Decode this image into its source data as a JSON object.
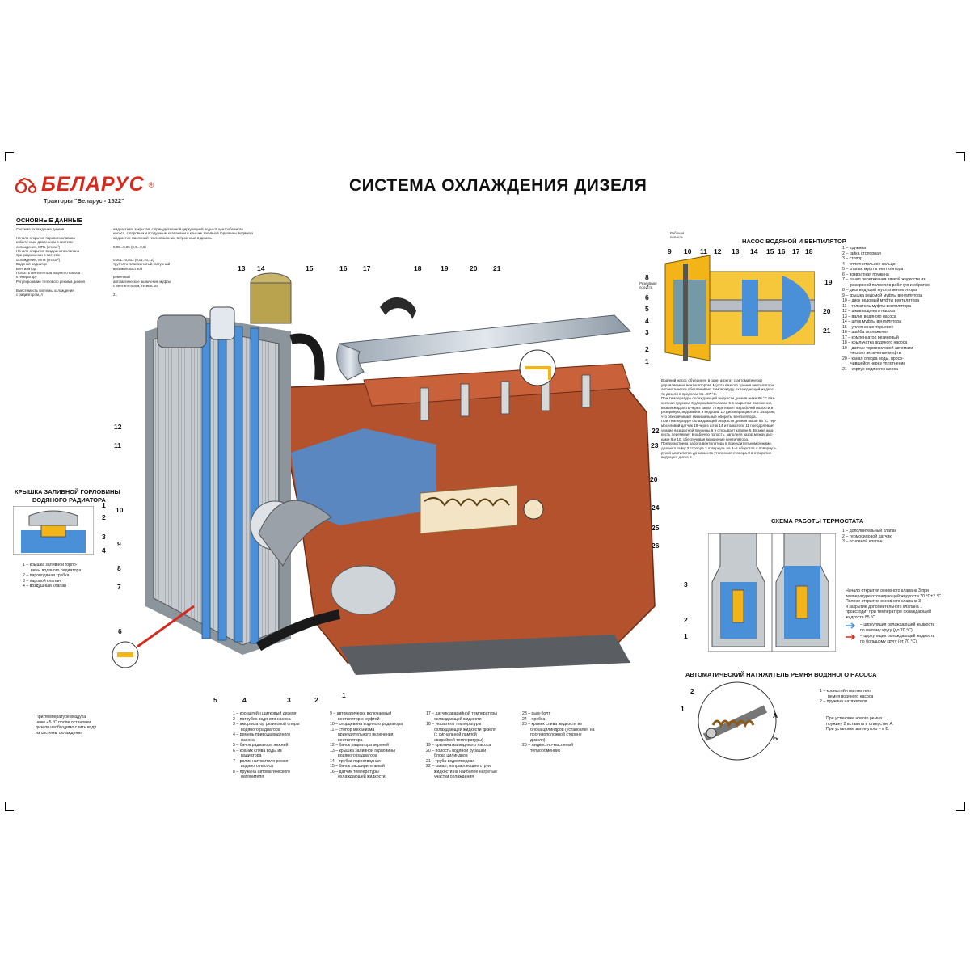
{
  "brand": {
    "name": "БЕЛАРУС",
    "reg": "®",
    "subtitle": "Тракторы \"Беларус - 1522\""
  },
  "title": "СИСТЕМА ОХЛАЖДЕНИЯ ДИЗЕЛЯ",
  "specs": {
    "title": "ОСНОВНЫЕ ДАННЫЕ",
    "rows": [
      {
        "k": "Система охлаждения дизеля",
        "v": "жидкостная, закрытая, с принудительной циркуляцией воды от центробежного"
      },
      {
        "k": "",
        "v": "насоса, с паровым и воздушным клапанами в крышке заливной горловины водяного"
      },
      {
        "k": "Начало открытия парового клапана",
        "v": "жидкостно-масляный теплообменник, встроенный в дизель"
      },
      {
        "k": "избыточным давлением в системе",
        "v": ""
      },
      {
        "k": "охлаждения, МПа (кгс/см²)",
        "v": "0,09...0,06 (0,9...0,6)"
      },
      {
        "k": "Начало открытия воздушного клапана",
        "v": ""
      },
      {
        "k": "при разрежении в системе",
        "v": ""
      },
      {
        "k": "охлаждения, МПа (кгс/см²)",
        "v": "0,001...0,012 (0,01...0,12)"
      },
      {
        "k": "Водяной радиатор",
        "v": "трубчато-пластинчатый, латунный"
      },
      {
        "k": "Вентилятор",
        "v": "восьмилопастной"
      },
      {
        "k": "Полость вентилятора водяного насоса",
        "v": ""
      },
      {
        "k": "к генератору",
        "v": "ременный"
      },
      {
        "k": "Регулирование теплового режима дизеля",
        "v": "автоматическое включение муфты"
      },
      {
        "k": "",
        "v": "с вентилятором, термостат"
      },
      {
        "k": "Вместимость системы охлаждения",
        "v": ""
      },
      {
        "k": "с радиатором, л",
        "v": "21"
      }
    ]
  },
  "cap_section": {
    "title_line1": "КРЫШКА ЗАЛИВНОЙ ГОРЛОВИНЫ",
    "title_line2": "ВОДЯНОГО РАДИАТОРА",
    "nums": [
      "1",
      "2",
      "3",
      "4"
    ],
    "legend": [
      "1 – крышка заливной горло-",
      "вины водяного радиатора",
      "2 – пароводяная трубка",
      "3 – паровой клапан",
      "4 – воздушный клапан"
    ]
  },
  "engine_callouts": {
    "top": [
      "13",
      "14",
      "15",
      "16",
      "17",
      "18",
      "19",
      "20",
      "21"
    ],
    "left": [
      "12",
      "11",
      "10",
      "9",
      "8",
      "7",
      "6"
    ],
    "bottom": [
      "5",
      "4",
      "3",
      "2",
      "1"
    ],
    "right": [
      "22",
      "23",
      "20",
      "24",
      "25",
      "26"
    ]
  },
  "note_left": [
    "При температуре воздуха",
    "ниже +5 °С после остановки",
    "дизеля необходимо слить воду",
    "из системы охлаждения"
  ],
  "legend": {
    "col1": [
      "1 – кронштейн щитковый дизеля",
      "2 – патрубок водяного насоса",
      "3 – амортизатор резиновой опоры",
      "водяного радиатора",
      "4 – ремень привода водяного",
      "насоса",
      "5 – бачок радиатора нижний",
      "6 – краник слива воды из",
      "радиатора",
      "7 – ролик натяжителя ремня",
      "водяного насоса",
      "8 – пружина автоматического",
      "натяжителя"
    ],
    "col2": [
      "9 – автоматически включаемый",
      "вентилятор с муфтой",
      "10 – сердцевина водяного радиатора",
      "11 – стопор механизма",
      "принудительного включения",
      "вентилятора",
      "12 – бачок радиатора верхний",
      "13 – крышка заливной горловины",
      "водяного радиатора",
      "14 – трубка пароотводная",
      "15 – бачок расширительный",
      "16 – датчик температуры",
      "охлаждающей жидкости"
    ],
    "col3": [
      "17 – датчик аварийной температуры",
      "охлаждающей жидкости",
      "18 – указатель температуры",
      "охлаждающей жидкости дизеля",
      "(с сигнальной лампой",
      "аварийной температуры)",
      "19 – крыльчатка водяного насоса",
      "20 – полость водяной рубашки",
      "блока цилиндров",
      "21 – труба водоотводная",
      "22 – канал, направляющие струи",
      "жидкости на наиболее нагретые",
      "участки охлаждения"
    ],
    "col4": [
      "23 – рым-болт",
      "24 – пробка",
      "25 – краник слива жидкости из",
      "блока цилиндров (установлен на",
      "противоположной стороне",
      "дизеля)",
      "26 – жидкостно-масляный",
      "теплообменник"
    ]
  },
  "pump": {
    "title": "НАСОС ВОДЯНОЙ И ВЕНТИЛЯТОР",
    "label_work": "Рабочая полость",
    "label_res": "Резервная полость",
    "top_nums": [
      "9",
      "10",
      "11",
      "12",
      "13",
      "14",
      "15",
      "16",
      "17",
      "18"
    ],
    "left_nums": [
      "8",
      "7",
      "6",
      "5",
      "4",
      "3",
      "2",
      "1"
    ],
    "right_nums": [
      "19",
      "20",
      "21"
    ],
    "legend": [
      "1 – пружина",
      "2 – гайка стопорная",
      "3 – стопор",
      "4 – уплотнительное кольцо",
      "5 – клапан муфты вентилятора",
      "6 – возвратная пружина",
      "7 – канал перетекания вязкой жидкости из",
      "резервной полости в рабочую и обратно",
      "8 – диск ведущий муфты вентилятора",
      "9 – крышка ведомой муфты вентилятора",
      "10 – диск ведомый муфты вентилятора",
      "11 – толкатель муфты вентилятора",
      "12 – шкив водяного насоса",
      "13 – валик водяного насоса",
      "14 – шток муфты вентилятора",
      "15 – уплотнение торцевое",
      "16 – шайба скольжения",
      "17 – компенсатор резиновый",
      "18 – крыльчатка водяного насоса",
      "19 – датчик термосиловой автомати-",
      "ческого включения муфты",
      "20 – канал отвода воды, просо-",
      "чившейся через уплотнение",
      "21 – корпус водяного насоса"
    ],
    "text": [
      "Водяной насос объединен в один агрегат с автоматически",
      "управляемым вентилятором. Муфта вязкого трения вентилятора",
      "автоматически обеспечивает температуру охлаждающей жидкос-",
      "ти дизеля в пределах 85...97 °С.",
      "При температуре охлаждающей жидкости дизеля ниже 80 °С вяз-",
      "костная пружина 6 удерживает клапан 5 в закрытом положении,",
      "вязкая жидкость через канал 7 перетекает из рабочей полости в",
      "резервную, ведомый 8 и ведущий 10 диски вращаются с зазором,",
      "что обеспечивает минимальные обороты вентилятора.",
      "При температуре охлаждающей жидкости дизеля выше 85 °С тер-",
      "мосиловой датчик 19 через шток 14 и толкатель 11 преодолевает",
      "усилие возвратной пружины 6 и открывает клапан 5. Вязкая жид-",
      "кость перетекает в рабочую полость, заполняя зазор между дис-",
      "ками 8 и 10, обеспечивая включение вентилятора.",
      "Предусмотрена работа вентилятора в принудительном режиме,",
      "для чего гайку 2 стопора 3 отвернуть на 4–5 оборотов и повернуть",
      "рукой вентилятор до момента утопления стопора 3 в отверстие",
      "ведущего диска 8."
    ]
  },
  "thermostat": {
    "title": "СХЕМА РАБОТЫ ТЕРМОСТАТА",
    "legend": [
      "1 – дополнительный клапан",
      "2 – термосиловой датчик",
      "3 – основной клапан"
    ],
    "nums": [
      "3",
      "2",
      "1"
    ],
    "text": [
      "Начало открытия основного клапана 3 при",
      "температуре охлаждающей жидкости 70 °С±2 °С.",
      "Полное открытие основного клапана 3",
      "и закрытие дополнительного клапана 1",
      "происходит при температуре охлаждающей",
      "жидкости 85 °С"
    ],
    "flow1": [
      "– циркуляция охлаждающей жидкости",
      "по малому кругу (до 70 °С)"
    ],
    "flow2": [
      "– циркуляция охлаждающей жидкости",
      "по большому кругу (от 70 °С)"
    ]
  },
  "tensioner": {
    "title": "АВТОМАТИЧЕСКИЙ НАТЯЖИТЕЛЬ РЕМНЯ ВОДЯНОГО НАСОСА",
    "nums": [
      "2",
      "1"
    ],
    "letters": [
      "А",
      "Б"
    ],
    "legend": [
      "1 – кронштейн натяжителя",
      "ремня водяного насоса",
      "2 – пружина натяжителя"
    ],
    "note": [
      "При установке нового ремня",
      "пружину 2 вставить в отверстие А.",
      "При установке вытянутого – в Б."
    ]
  },
  "colors": {
    "brand_red": "#d52b1e",
    "engine_red": "#b5522e",
    "coolant_blue": "#4a90d8",
    "radiator_grey": "#b9bec4",
    "pump_yellow": "#f2b417"
  }
}
